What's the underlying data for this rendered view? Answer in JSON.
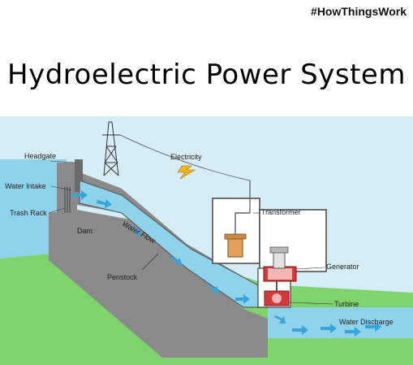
{
  "hashtag": "#HowThingsWork",
  "title": "Hydroelectric Power System",
  "labels": {
    "headgate": "Headgate",
    "electricity": "Electricity",
    "water_intake": "Water Intake",
    "trash_rack": "Trash Rack",
    "transformer": "Transformer",
    "dam": "Dam",
    "water_flow": "Water Flow",
    "generator": "Generator",
    "penstock": "Penstock",
    "turbine": "Turbine",
    "water_discharge": "Water Discharge"
  },
  "colors": {
    "sky": "#d6ecf6",
    "water": "#8fd2ec",
    "flow_arrow": "#3aa3da",
    "dam": "#8a8a8a",
    "dam_dark": "#6b6b6b",
    "ground": "#7fd36b",
    "generator": "#d33a3a",
    "transformer": "#e0a15a",
    "bolt": "#f2b51c"
  }
}
